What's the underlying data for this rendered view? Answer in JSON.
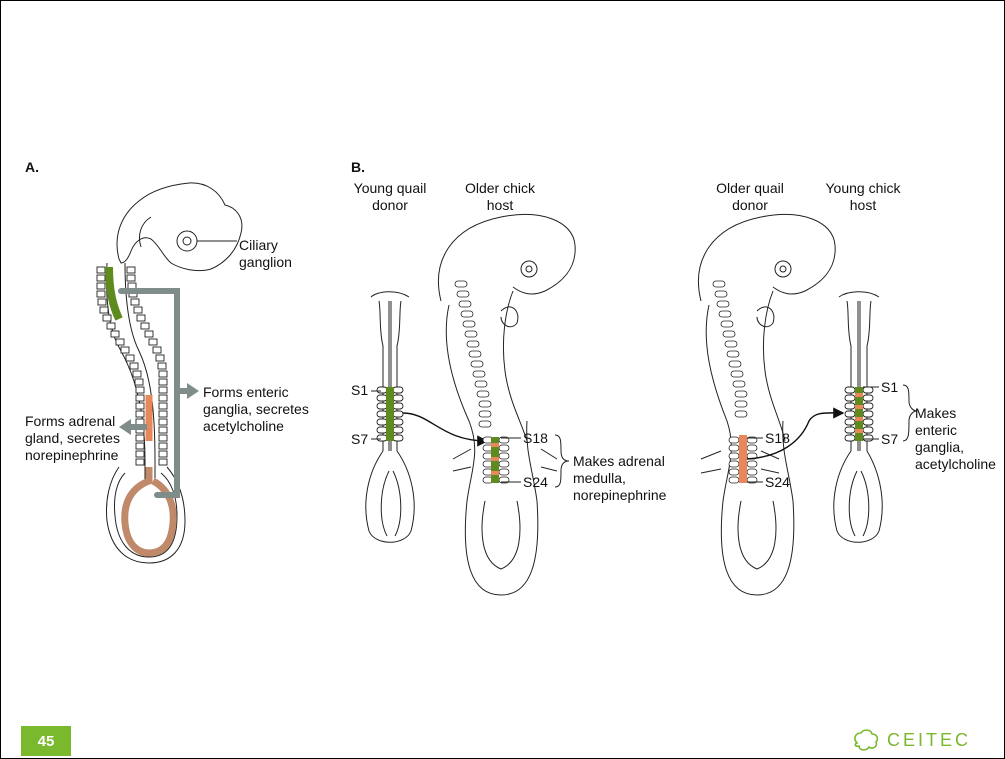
{
  "panel_a": {
    "label": "A.",
    "ciliary": [
      "Ciliary",
      "ganglion"
    ],
    "enteric": [
      "Forms enteric",
      "ganglia, secretes",
      "acetylcholine"
    ],
    "adrenal": [
      "Forms adrenal",
      "gland, secretes",
      "norepinephrine"
    ]
  },
  "panel_b": {
    "label": "B.",
    "young_quail_donor": [
      "Young quail",
      "donor"
    ],
    "older_chick_host": [
      "Older chick",
      "host"
    ],
    "older_quail_donor": [
      "Older quail",
      "donor"
    ],
    "young_chick_host": [
      "Young chick",
      "host"
    ],
    "s1": "S1",
    "s7": "S7",
    "s18": "S18",
    "s24": "S24",
    "adrenal_result": [
      "Makes adrenal",
      "medulla,",
      "norepinephrine"
    ],
    "enteric_result": [
      "Makes",
      "enteric",
      "ganglia,",
      "acetylcholine"
    ]
  },
  "footer": {
    "page_number": "45",
    "logo_text": "CEITEC"
  },
  "colors": {
    "green": "#5e8a1e",
    "orange": "#e8875a",
    "brown": "#c08a6a",
    "arrow_gray": "#7f8d8a",
    "brand_green": "#7ab82e"
  }
}
